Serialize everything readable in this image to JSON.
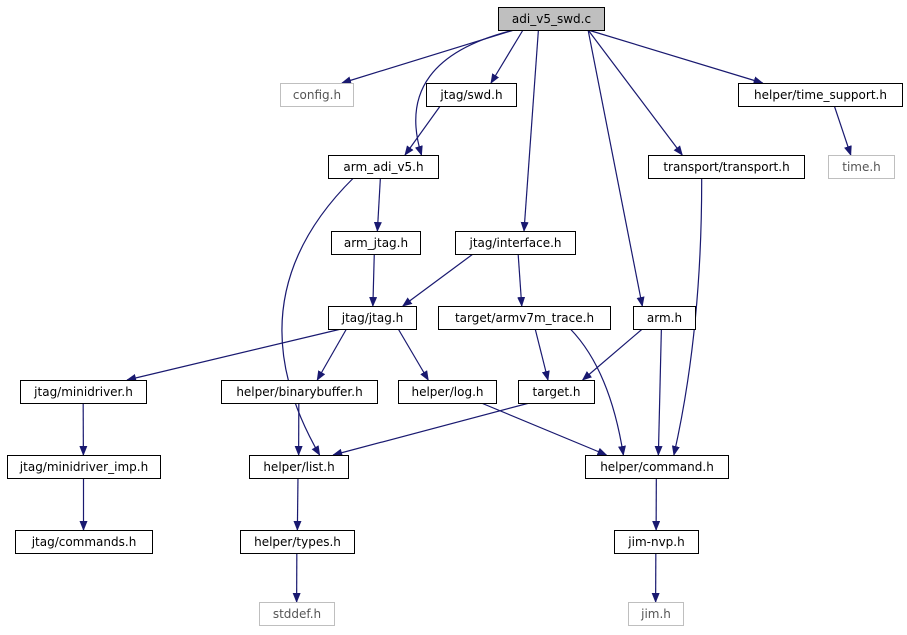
{
  "diagram": {
    "nodes": [
      {
        "id": "root",
        "label": "adi_v5_swd.c",
        "style": "root"
      },
      {
        "id": "config",
        "label": "config.h",
        "style": "external"
      },
      {
        "id": "swd",
        "label": "jtag/swd.h",
        "style": "normal"
      },
      {
        "id": "time_support",
        "label": "helper/time_support.h",
        "style": "normal"
      },
      {
        "id": "arm_adi_v5",
        "label": "arm_adi_v5.h",
        "style": "normal"
      },
      {
        "id": "transport",
        "label": "transport/transport.h",
        "style": "normal"
      },
      {
        "id": "time",
        "label": "time.h",
        "style": "external"
      },
      {
        "id": "arm_jtag",
        "label": "arm_jtag.h",
        "style": "normal"
      },
      {
        "id": "interface",
        "label": "jtag/interface.h",
        "style": "normal"
      },
      {
        "id": "jtag",
        "label": "jtag/jtag.h",
        "style": "normal"
      },
      {
        "id": "armv7m_trace",
        "label": "target/armv7m_trace.h",
        "style": "normal"
      },
      {
        "id": "arm",
        "label": "arm.h",
        "style": "normal"
      },
      {
        "id": "minidriver",
        "label": "jtag/minidriver.h",
        "style": "normal"
      },
      {
        "id": "binarybuffer",
        "label": "helper/binarybuffer.h",
        "style": "normal"
      },
      {
        "id": "log",
        "label": "helper/log.h",
        "style": "normal"
      },
      {
        "id": "target",
        "label": "target.h",
        "style": "normal"
      },
      {
        "id": "minidriver_imp",
        "label": "jtag/minidriver_imp.h",
        "style": "normal"
      },
      {
        "id": "list",
        "label": "helper/list.h",
        "style": "normal"
      },
      {
        "id": "command",
        "label": "helper/command.h",
        "style": "normal"
      },
      {
        "id": "commands",
        "label": "jtag/commands.h",
        "style": "normal"
      },
      {
        "id": "types",
        "label": "helper/types.h",
        "style": "normal"
      },
      {
        "id": "jim_nvp",
        "label": "jim-nvp.h",
        "style": "normal"
      },
      {
        "id": "stddef",
        "label": "stddef.h",
        "style": "external"
      },
      {
        "id": "jim",
        "label": "jim.h",
        "style": "external"
      }
    ],
    "edges": [
      [
        "root",
        "config"
      ],
      [
        "root",
        "swd"
      ],
      [
        "root",
        "arm_adi_v5"
      ],
      [
        "root",
        "interface"
      ],
      [
        "root",
        "arm"
      ],
      [
        "root",
        "transport"
      ],
      [
        "root",
        "time_support"
      ],
      [
        "swd",
        "arm_adi_v5"
      ],
      [
        "time_support",
        "time"
      ],
      [
        "arm_adi_v5",
        "arm_jtag"
      ],
      [
        "arm_adi_v5",
        "list"
      ],
      [
        "transport",
        "command"
      ],
      [
        "arm_jtag",
        "jtag"
      ],
      [
        "interface",
        "jtag"
      ],
      [
        "interface",
        "armv7m_trace"
      ],
      [
        "jtag",
        "minidriver"
      ],
      [
        "jtag",
        "binarybuffer"
      ],
      [
        "jtag",
        "log"
      ],
      [
        "armv7m_trace",
        "target"
      ],
      [
        "armv7m_trace",
        "command"
      ],
      [
        "arm",
        "target"
      ],
      [
        "arm",
        "command"
      ],
      [
        "minidriver",
        "minidriver_imp"
      ],
      [
        "binarybuffer",
        "list"
      ],
      [
        "log",
        "command"
      ],
      [
        "target",
        "list"
      ],
      [
        "minidriver_imp",
        "commands"
      ],
      [
        "list",
        "types"
      ],
      [
        "command",
        "jim_nvp"
      ],
      [
        "types",
        "stddef"
      ],
      [
        "jim_nvp",
        "jim"
      ]
    ],
    "colors": {
      "edge": "#191970",
      "root_fill": "#bfbfbf",
      "node_border": "#000000",
      "external_border": "#bfbfbf",
      "node_fill": "#ffffff"
    }
  }
}
